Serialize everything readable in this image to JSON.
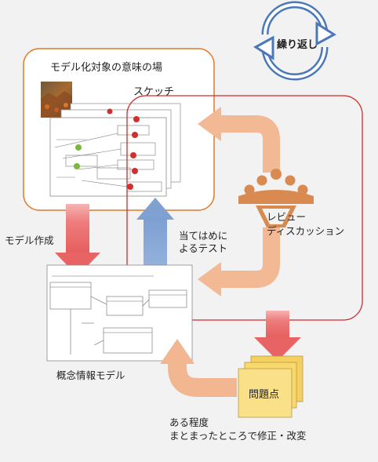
{
  "loop_label": "繰り返し",
  "domain_box_label": "モデル化対象の意味の場",
  "sketch_label": "スケッチ",
  "model_creation_label": "モデル作成",
  "test_label_line1": "当てはめに",
  "test_label_line2": "よるテスト",
  "review_label_line1": "レビュー",
  "review_label_line2": "ディスカッション",
  "conceptual_model_label": "概念情報モデル",
  "issues_label": "問題点",
  "fix_label_line1": "ある程度",
  "fix_label_line2": "まとまったところで修正・改変",
  "colors": {
    "orange_border": "#e07a28",
    "red_border": "#d42a2a",
    "loop_blue": "#4a78b8",
    "review_orange": "#d88a50",
    "down_arrow": "#e86a6a",
    "up_arrow": "#8aa9d6",
    "peach_arrow": "#f2b690",
    "note_yellow": "#fbe08a"
  }
}
